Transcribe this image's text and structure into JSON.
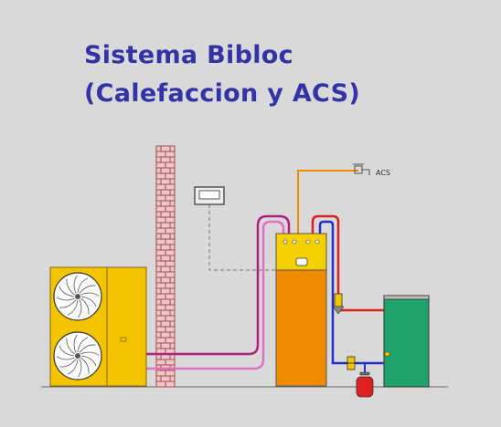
{
  "title": {
    "line1": "Sistema Bibloc",
    "line2": "(Calefaccion y ACS)"
  },
  "labels": {
    "acs": "ACS"
  },
  "colors": {
    "title": "#3333a8",
    "background": "#d9d9d9",
    "outdoor_unit": "#f5c400",
    "indoor_module_top": "#f5d000",
    "indoor_module_body": "#f08a00",
    "dhw_tank": "#1fa36b",
    "heating_pipe": "#b0207d",
    "dhw_hot_pipe": "#f08a00",
    "hot_water_pipe": "#e02020",
    "cold_water_pipe": "#2030c8",
    "brick": "#c85a5a"
  },
  "icons": [
    "fan-icon",
    "thermostat-icon",
    "valve-icon",
    "expansion-vessel-icon",
    "faucet-icon"
  ]
}
